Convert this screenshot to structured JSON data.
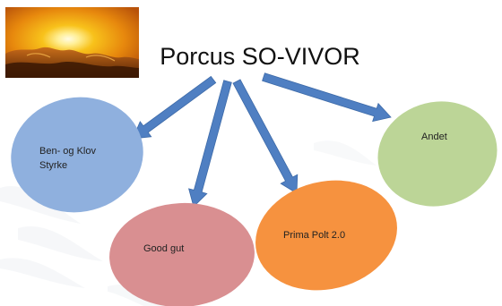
{
  "title": "Porcus SO-VIVOR",
  "image": {
    "name": "sunset-photo",
    "description_colors": [
      "#f7c21a",
      "#e07a0b",
      "#5a2a05"
    ]
  },
  "nodes": [
    {
      "id": "ben",
      "lines": [
        "Ben- og Klov",
        "Styrke"
      ],
      "color": "#8fb0de"
    },
    {
      "id": "gut",
      "lines": [
        "Good gut"
      ],
      "color": "#d98f91"
    },
    {
      "id": "polt",
      "lines": [
        "Prima Polt 2.0"
      ],
      "color": "#f6923f"
    },
    {
      "id": "andet",
      "lines": [
        "Andet"
      ],
      "color": "#bcd597"
    }
  ],
  "arrow_color": "#4f7fc2"
}
